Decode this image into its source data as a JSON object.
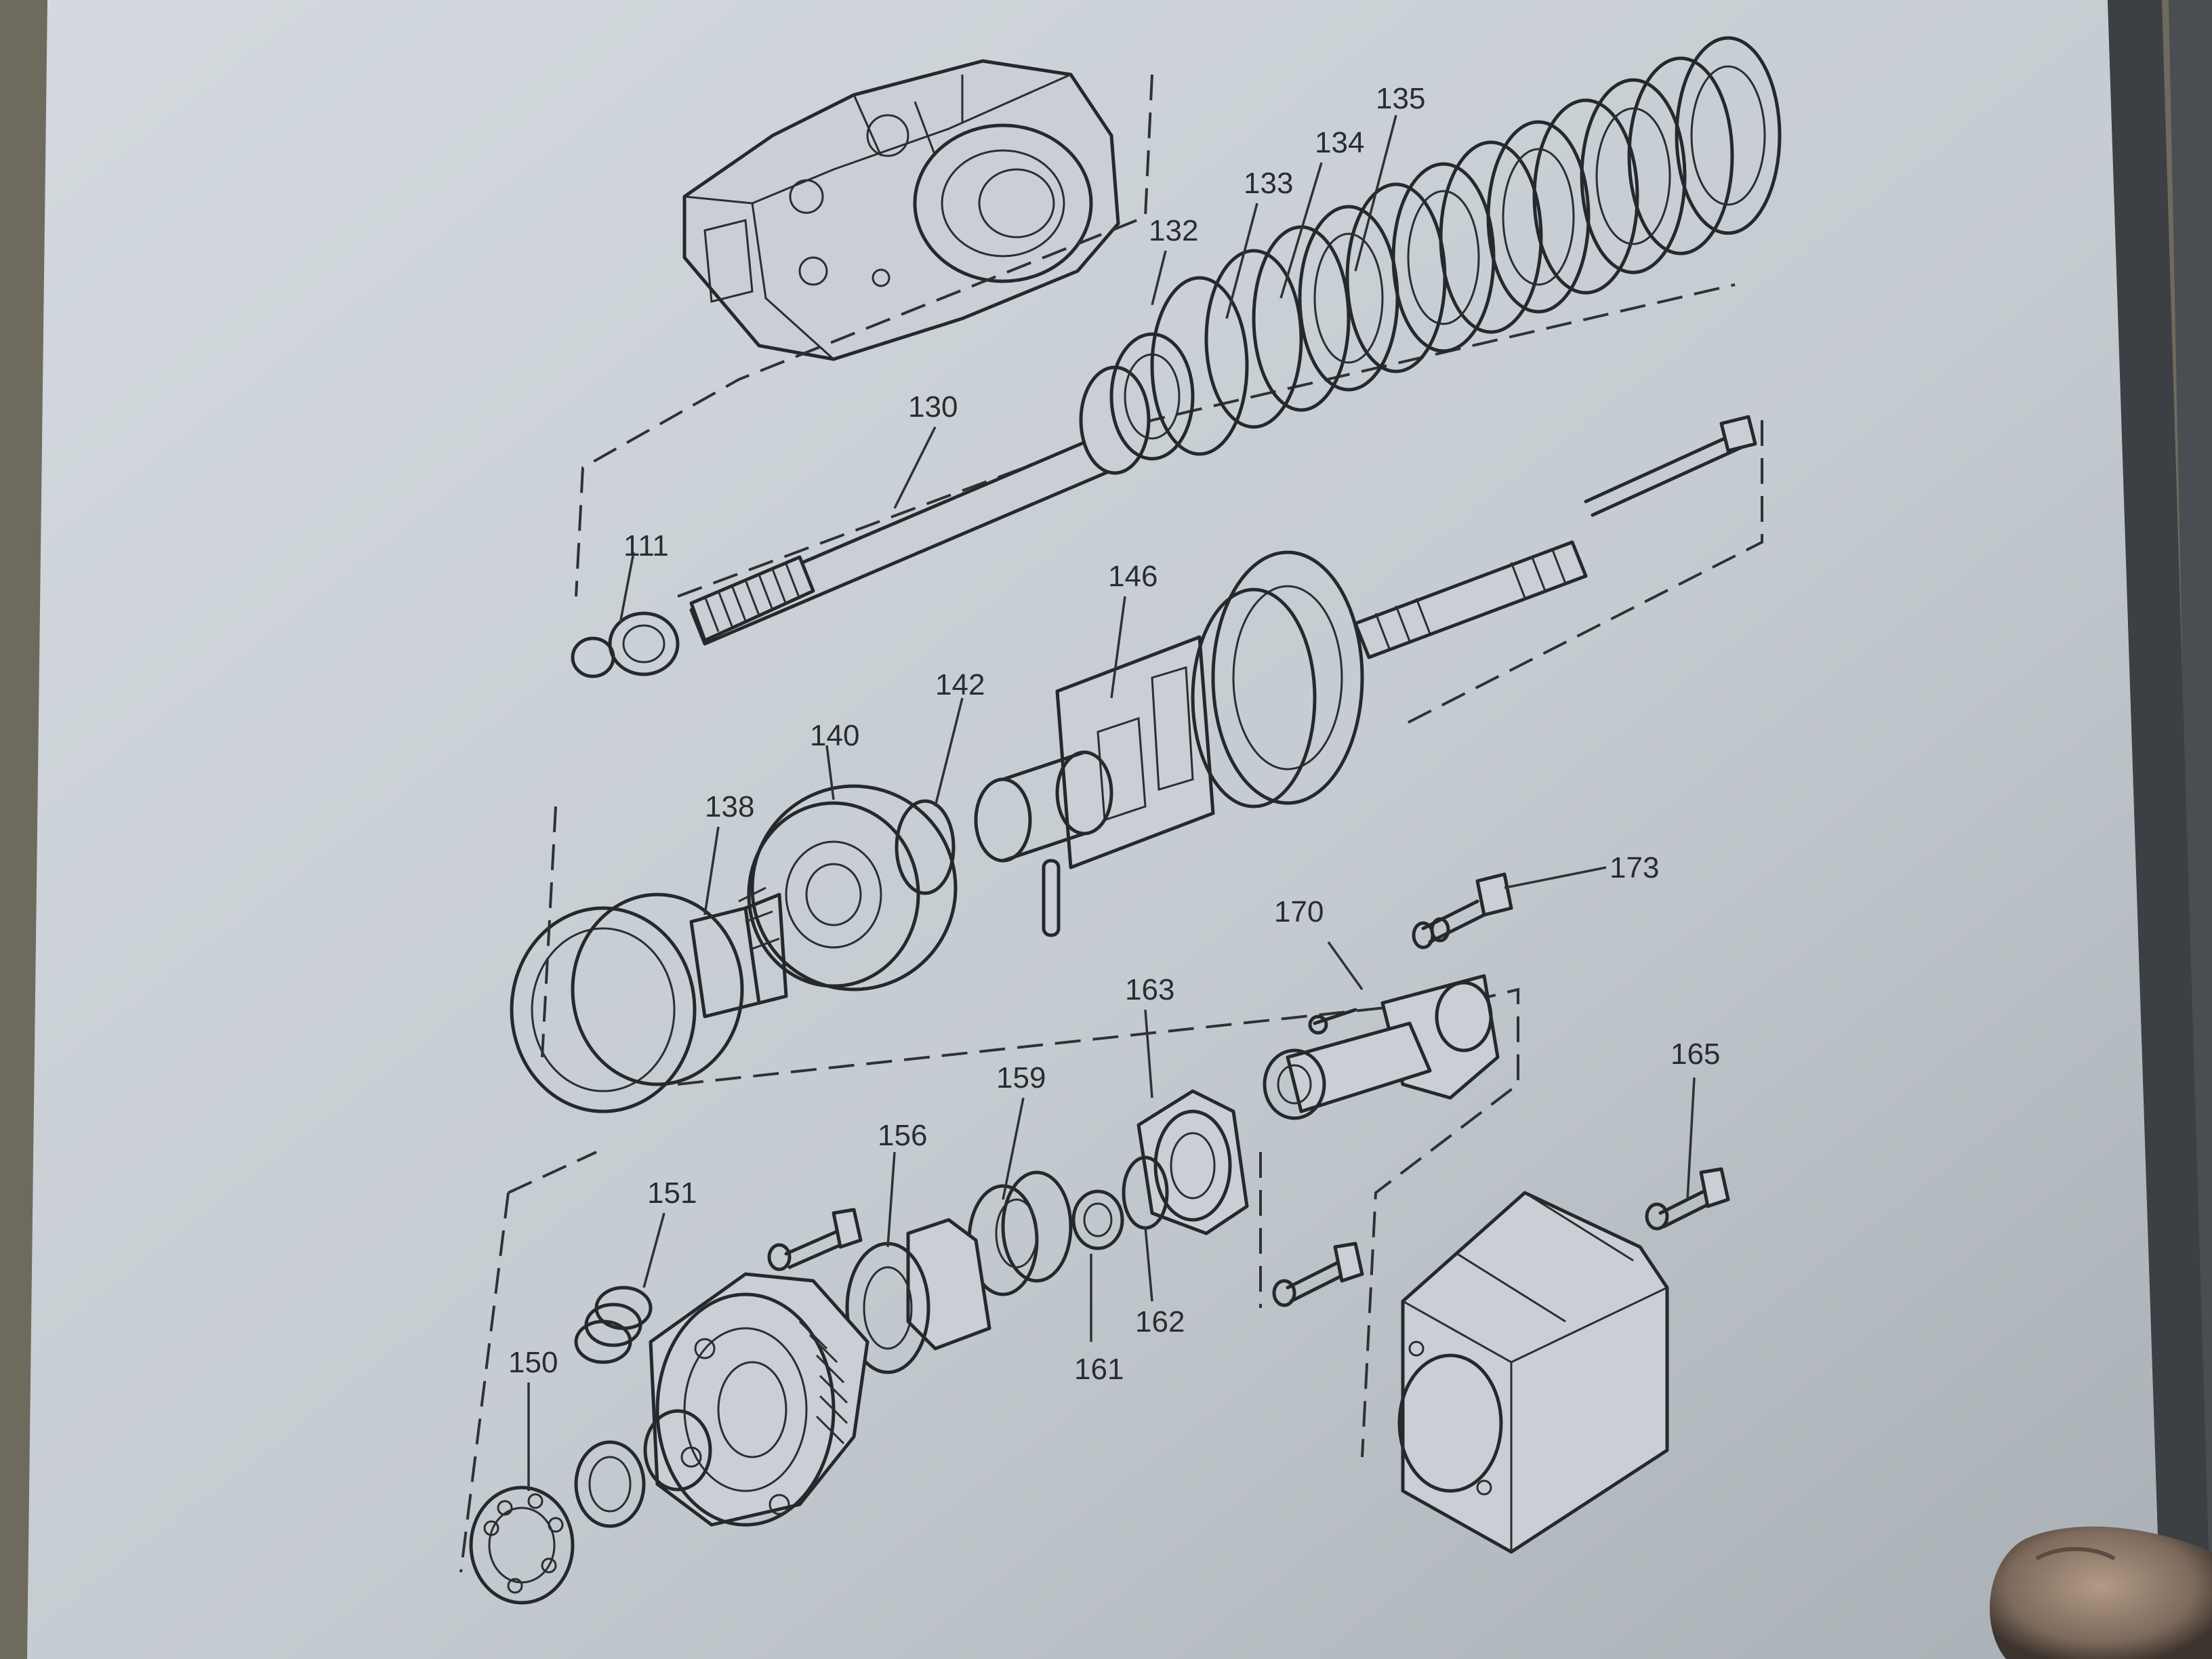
{
  "diagram": {
    "callouts": [
      {
        "id": "c111",
        "label": "111"
      },
      {
        "id": "c130",
        "label": "130"
      },
      {
        "id": "c132",
        "label": "132"
      },
      {
        "id": "c133",
        "label": "133"
      },
      {
        "id": "c134",
        "label": "134"
      },
      {
        "id": "c135",
        "label": "135"
      },
      {
        "id": "c146",
        "label": "146"
      },
      {
        "id": "c142",
        "label": "142"
      },
      {
        "id": "c140",
        "label": "140"
      },
      {
        "id": "c138",
        "label": "138"
      },
      {
        "id": "c173",
        "label": "173"
      },
      {
        "id": "c170",
        "label": "170"
      },
      {
        "id": "c163",
        "label": "163"
      },
      {
        "id": "c165",
        "label": "165"
      },
      {
        "id": "c159",
        "label": "159"
      },
      {
        "id": "c156",
        "label": "156"
      },
      {
        "id": "c151",
        "label": "151"
      },
      {
        "id": "c150",
        "label": "150"
      },
      {
        "id": "c161",
        "label": "161"
      },
      {
        "id": "c162",
        "label": "162"
      }
    ]
  },
  "colors": {
    "paper": "#c9cfd4",
    "ink": "#26292c",
    "background": "#4e5256"
  }
}
